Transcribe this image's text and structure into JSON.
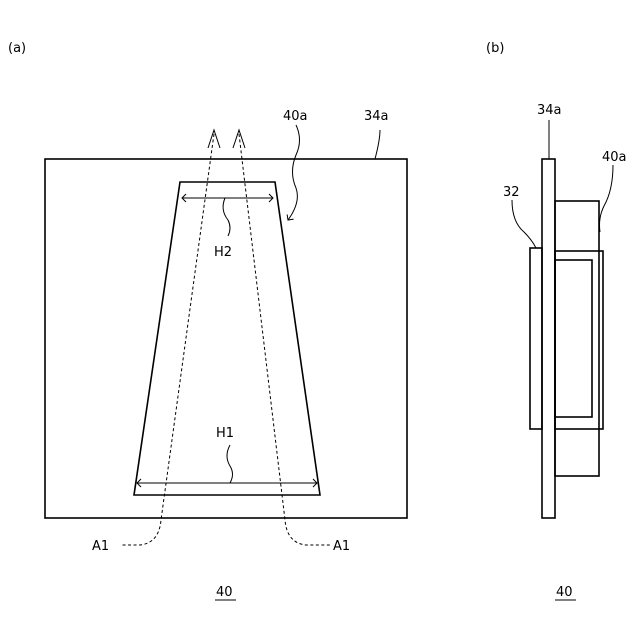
{
  "panel_a": {
    "label": "(a)",
    "figure_number": "40",
    "callouts": {
      "plate": "34a",
      "trapezoid": "40a",
      "top_width": "H2",
      "bottom_width": "H1",
      "arrow_left": "A1",
      "arrow_right": "A1"
    }
  },
  "panel_b": {
    "label": "(b)",
    "figure_number": "40",
    "callouts": {
      "plate": "34a",
      "element_right": "40a",
      "element_left": "32"
    }
  }
}
